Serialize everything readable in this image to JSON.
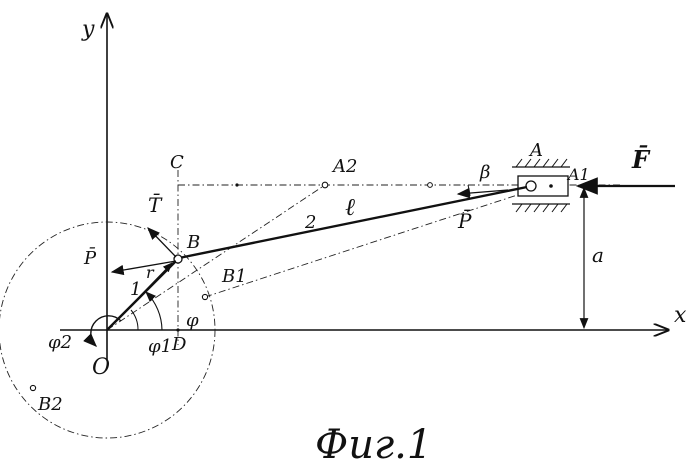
{
  "figure": {
    "caption": "Фиг.1",
    "axes": {
      "x": "x",
      "y": "y"
    },
    "points": {
      "origin": "O",
      "crank_pin": "B",
      "slider": "A",
      "slider_pos_1": "A1",
      "slider_pos_2": "A2",
      "crank_pos_1": "B1",
      "crank_pos_2": "B2",
      "top_point": "C",
      "foot_point": "D"
    },
    "members": {
      "crank": "1",
      "rod": "2",
      "rod_length": "ℓ",
      "crank_radius": "r"
    },
    "angles": {
      "phi": "φ",
      "phi1": "φ1",
      "phi2": "φ2",
      "beta": "β"
    },
    "forces": {
      "F": "F̄",
      "P_slider": "P̄",
      "P_crank": "P̄",
      "T": "T̄"
    },
    "dimensions": {
      "offset": "a"
    }
  }
}
